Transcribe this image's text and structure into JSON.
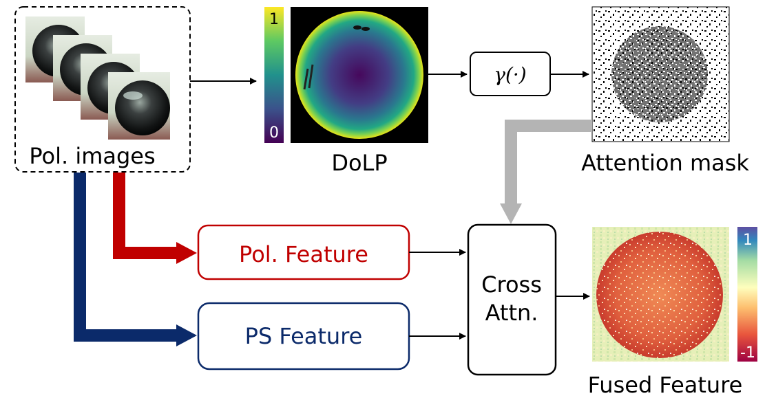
{
  "diagram": {
    "pol_images": {
      "label": "Pol. images"
    },
    "dolp": {
      "label": "DoLP",
      "colorbar": {
        "max_label": "1",
        "min_label": "0"
      }
    },
    "gamma": {
      "label": "γ(·)"
    },
    "attention_mask": {
      "label": "Attention mask"
    },
    "pol_feature": {
      "label": "Pol. Feature"
    },
    "ps_feature": {
      "label": "PS Feature"
    },
    "cross_attn": {
      "line1": "Cross",
      "line2": "Attn."
    },
    "fused_feature": {
      "label": "Fused Feature",
      "colorbar": {
        "max_label": "1",
        "min_label": "-1"
      }
    }
  },
  "colors": {
    "pol_feature_red": "#c00000",
    "ps_feature_navy": "#0b2a6a",
    "attention_arrow_gray": "#b4b4b4",
    "line_black": "#000000"
  },
  "icons": [
    "sphere-photo-stack",
    "dolp-map",
    "noise-mask",
    "fused-heatmap"
  ]
}
